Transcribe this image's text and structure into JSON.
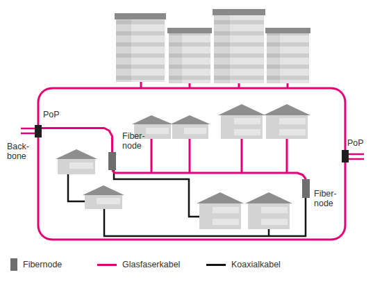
{
  "diagram": {
    "nodes": [
      {
        "text": [
          "PoP"
        ]
      },
      {
        "text": [
          "Fiber- node"
        ]
      },
      {
        "text": [
          "Fiber- node"
        ]
      },
      {
        "text": [
          "PoP"
        ]
      }
    ],
    "edges": [
      {
        "from": 0,
        "to": 1,
        "arrow": "none"
      },
      {
        "from": 1,
        "to": 2,
        "arrow": "none"
      },
      {
        "from": 0,
        "to": 3,
        "arrow": "none"
      },
      {
        "from": 0,
        "to": 3,
        "arrow": "none"
      }
    ],
    "labels": [
      "Back- bone"
    ],
    "legend": [
      {
        "text": "Fibernode",
        "color": "#6e6e6e"
      },
      {
        "text": "Glasfaserkabel"
      },
      {
        "text": "Koaxialkabel"
      }
    ]
  }
}
